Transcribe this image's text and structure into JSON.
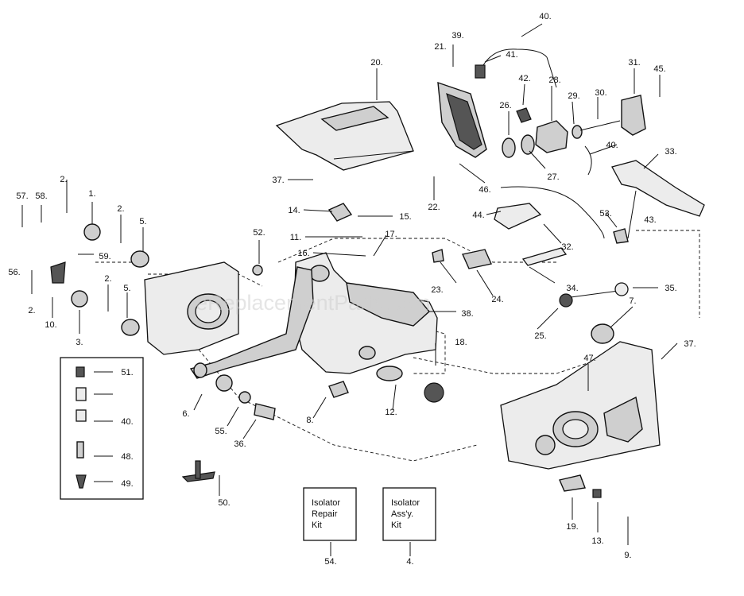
{
  "callouts": [
    "1.",
    "2.",
    "3.",
    "4.",
    "5.",
    "6.",
    "7.",
    "8.",
    "9.",
    "10.",
    "11.",
    "12.",
    "13.",
    "14.",
    "15.",
    "16.",
    "17.",
    "18.",
    "19.",
    "20.",
    "21.",
    "22.",
    "23.",
    "24.",
    "25.",
    "26.",
    "27.",
    "28.",
    "29.",
    "30.",
    "31.",
    "32.",
    "33.",
    "34.",
    "35.",
    "36.",
    "37.",
    "38.",
    "39.",
    "40.",
    "41.",
    "42.",
    "43.",
    "44.",
    "45.",
    "46.",
    "47.",
    "48.",
    "49.",
    "50.",
    "51.",
    "52.",
    "53.",
    "54.",
    "55.",
    "56.",
    "57.",
    "58.",
    "59."
  ],
  "kits": {
    "repair": {
      "line1": "Isolator",
      "line2": "Repair",
      "line3": "Kit",
      "number": "54."
    },
    "assy": {
      "line1": "Isolator",
      "line2": "Ass'y.",
      "line3": "Kit",
      "number": "4."
    }
  },
  "watermark": "eReplacementParts.com"
}
